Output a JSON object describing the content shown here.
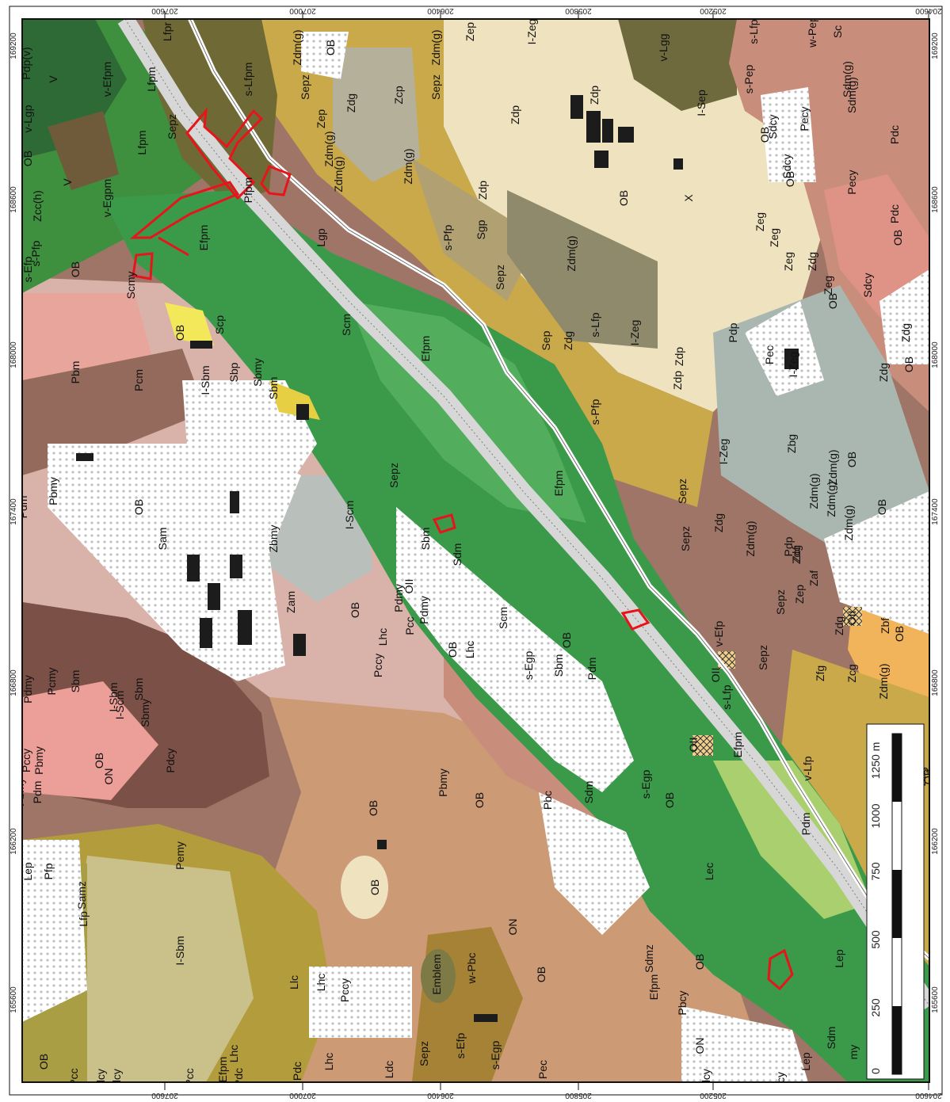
{
  "colors": {
    "frame": "#111111",
    "grid": "#bfbfbf",
    "study_area": "#e8141b",
    "water": "#ffffff",
    "built": "#ffffff",
    "building": "#1c1c1c"
  },
  "scalebar": {
    "unit_label": "1250 m",
    "tick_labels": [
      "0",
      "250",
      "500",
      "750",
      "1000"
    ]
  },
  "coordinates": {
    "top_eastings": [
      "207600",
      "207000",
      "206400",
      "205800",
      "205200",
      "204600"
    ],
    "bottom_eastings": [
      "207600",
      "207000",
      "206400",
      "205800",
      "205200",
      "204600"
    ],
    "left_northings": [
      "169200",
      "168600",
      "168000",
      "167400",
      "166800",
      "166200",
      "165600"
    ],
    "right_northings": [
      "169200",
      "168600",
      "168000",
      "167400",
      "166800",
      "166200",
      "165600"
    ]
  },
  "map_labels": [
    {
      "text": "Pdp(v)"
    },
    {
      "text": "V"
    },
    {
      "text": "v-Efpm"
    },
    {
      "text": "Lfpm"
    },
    {
      "text": "v-Lgp"
    },
    {
      "text": "OB"
    },
    {
      "text": "V"
    },
    {
      "text": "v-Egpm"
    },
    {
      "text": "Zcc(h)"
    },
    {
      "text": "s-Efp"
    },
    {
      "text": "s-Pfp"
    },
    {
      "text": "OB"
    },
    {
      "text": "Scmy"
    },
    {
      "text": "Efpm"
    },
    {
      "text": "Lfpm"
    },
    {
      "text": "s-Lfpm"
    },
    {
      "text": "Sepz"
    },
    {
      "text": "Lfpr"
    },
    {
      "text": "Pfpm"
    },
    {
      "text": "Lgp"
    },
    {
      "text": "Sepz"
    },
    {
      "text": "Zep"
    },
    {
      "text": "Zdm(g)"
    },
    {
      "text": "Zdm(g)"
    },
    {
      "text": "OB"
    },
    {
      "text": "Zdg"
    },
    {
      "text": "Zcp"
    },
    {
      "text": "Zdm(g)"
    },
    {
      "text": "Sepz"
    },
    {
      "text": "Zdm(g)"
    },
    {
      "text": "Zep"
    },
    {
      "text": "I-Zeg"
    },
    {
      "text": "Zdp"
    },
    {
      "text": "Zdp"
    },
    {
      "text": "OB"
    },
    {
      "text": "X"
    },
    {
      "text": "v-Lgg"
    },
    {
      "text": "Zeg"
    },
    {
      "text": "I-Sep"
    },
    {
      "text": "s-Pep"
    },
    {
      "text": "s-Lfp"
    },
    {
      "text": "w-Pep"
    },
    {
      "text": "Sc"
    },
    {
      "text": "Sdcy"
    },
    {
      "text": "OB"
    },
    {
      "text": "Sdcy"
    },
    {
      "text": "OB"
    },
    {
      "text": "Pecy"
    },
    {
      "text": "Pecy"
    },
    {
      "text": "Sdm(g)"
    },
    {
      "text": "Sdm(g)"
    },
    {
      "text": "Pdc"
    },
    {
      "text": "Pec"
    },
    {
      "text": "OB"
    },
    {
      "text": "Pdc"
    },
    {
      "text": "Sdcy"
    },
    {
      "text": "Zdm(g)"
    },
    {
      "text": "Sgp"
    },
    {
      "text": "Zdp"
    },
    {
      "text": "s-Pfp"
    },
    {
      "text": "Sepz"
    },
    {
      "text": "Zdm(g)"
    },
    {
      "text": "I-Zeg"
    },
    {
      "text": "Sep"
    },
    {
      "text": "Zdg"
    },
    {
      "text": "Zeg"
    },
    {
      "text": "Zeg"
    },
    {
      "text": "Zdg"
    },
    {
      "text": "Zeg"
    },
    {
      "text": "OB"
    },
    {
      "text": "Zdg"
    },
    {
      "text": "OB"
    },
    {
      "text": "Pec"
    },
    {
      "text": "I-Zeg"
    },
    {
      "text": "Zdg"
    },
    {
      "text": "Pdp"
    },
    {
      "text": "Zdp"
    },
    {
      "text": "I-Zeg"
    },
    {
      "text": "Zbg"
    },
    {
      "text": "Zdm(g)"
    },
    {
      "text": "Zdm(g)"
    },
    {
      "text": "OB"
    },
    {
      "text": "Pdp"
    },
    {
      "text": "Zdm(g)"
    },
    {
      "text": "Zcf"
    },
    {
      "text": "Zdm(g)"
    },
    {
      "text": "OB"
    },
    {
      "text": "Zaf"
    },
    {
      "text": "Zdg"
    },
    {
      "text": "OII"
    },
    {
      "text": "Zbf"
    },
    {
      "text": "Zfg"
    },
    {
      "text": "Zcg"
    },
    {
      "text": "Zdm(g)"
    },
    {
      "text": "OB"
    },
    {
      "text": "Zdg"
    },
    {
      "text": "Pdm"
    },
    {
      "text": "Pam"
    },
    {
      "text": "Pbm"
    },
    {
      "text": "Pcm"
    },
    {
      "text": "OB"
    },
    {
      "text": "Scp"
    },
    {
      "text": "Sbp"
    },
    {
      "text": "Sbmy"
    },
    {
      "text": "Sbm"
    },
    {
      "text": "I-Sbm"
    },
    {
      "text": "Pdm"
    },
    {
      "text": "Pbmy"
    },
    {
      "text": "OB"
    },
    {
      "text": "Sam"
    },
    {
      "text": "Scm"
    },
    {
      "text": "Sepz"
    },
    {
      "text": "Efpm"
    },
    {
      "text": "Efpm"
    },
    {
      "text": "s-Pfp"
    },
    {
      "text": "s-Lfp"
    },
    {
      "text": "Zdp"
    },
    {
      "text": "Sepz"
    },
    {
      "text": "Zbmy"
    },
    {
      "text": "I-Scm"
    },
    {
      "text": "Zam"
    },
    {
      "text": "OB"
    },
    {
      "text": "Pdmy"
    },
    {
      "text": "OII"
    },
    {
      "text": "Sbm"
    },
    {
      "text": "Sdm"
    },
    {
      "text": "Pdmy"
    },
    {
      "text": "Scm"
    },
    {
      "text": "s-Egp"
    },
    {
      "text": "Pcc"
    },
    {
      "text": "Lhc"
    },
    {
      "text": "Pccy"
    },
    {
      "text": "OB"
    },
    {
      "text": "Lhc"
    },
    {
      "text": "Sbm"
    },
    {
      "text": "OB"
    },
    {
      "text": "Pdm"
    },
    {
      "text": "Sepz"
    },
    {
      "text": "Zdg"
    },
    {
      "text": "Zdm(g)"
    },
    {
      "text": "Sepz"
    },
    {
      "text": "Zep"
    },
    {
      "text": "v-Efp"
    },
    {
      "text": "Sepz"
    },
    {
      "text": "OII"
    },
    {
      "text": "s-Lfp"
    },
    {
      "text": "OII"
    },
    {
      "text": "Efpm"
    },
    {
      "text": "v-Lfp"
    },
    {
      "text": "Zdg"
    },
    {
      "text": "OB"
    },
    {
      "text": "Pdmy"
    },
    {
      "text": "Pcmy"
    },
    {
      "text": "Sbm"
    },
    {
      "text": "I-Scm"
    },
    {
      "text": "Sbm"
    },
    {
      "text": "I-Sbm"
    },
    {
      "text": "Pdcy"
    },
    {
      "text": "Sbmy"
    },
    {
      "text": "Pccy"
    },
    {
      "text": "Pbmy"
    },
    {
      "text": "OB"
    },
    {
      "text": "ON"
    },
    {
      "text": "Pbmy"
    },
    {
      "text": "Pdm"
    },
    {
      "text": "OB"
    },
    {
      "text": "Pbmy"
    },
    {
      "text": "OB"
    },
    {
      "text": "Pbc"
    },
    {
      "text": "Sdm"
    },
    {
      "text": "s-Egp"
    },
    {
      "text": "OB"
    },
    {
      "text": "Lec"
    },
    {
      "text": "Pdm"
    },
    {
      "text": "Lep"
    },
    {
      "text": "Pfp"
    },
    {
      "text": "Lfp"
    },
    {
      "text": "Samz"
    },
    {
      "text": "Pemy"
    },
    {
      "text": "I-Sbm"
    },
    {
      "text": "OB"
    },
    {
      "text": "Llc"
    },
    {
      "text": "Lhc"
    },
    {
      "text": "Pccy"
    },
    {
      "text": "Emblem"
    },
    {
      "text": "w-Pbc"
    },
    {
      "text": "OB"
    },
    {
      "text": "ON"
    },
    {
      "text": "Sdmz"
    },
    {
      "text": "Efpm"
    },
    {
      "text": "OB"
    },
    {
      "text": "Pbcy"
    },
    {
      "text": "Lep"
    },
    {
      "text": "OB"
    },
    {
      "text": "Pcc"
    },
    {
      "text": "Lhc"
    },
    {
      "text": "Pdc"
    },
    {
      "text": "Lhc"
    },
    {
      "text": "Ldc"
    },
    {
      "text": "Sepz"
    },
    {
      "text": "s-Efp"
    },
    {
      "text": "s-Egp"
    },
    {
      "text": "ON"
    },
    {
      "text": "Sdm"
    },
    {
      "text": "my"
    },
    {
      "text": "dcy"
    },
    {
      "text": "cy"
    },
    {
      "text": "Lep"
    },
    {
      "text": "dcy"
    },
    {
      "text": "Pcc"
    },
    {
      "text": "dcy"
    },
    {
      "text": "Efpm"
    },
    {
      "text": "Pdc"
    },
    {
      "text": "Pec"
    }
  ]
}
